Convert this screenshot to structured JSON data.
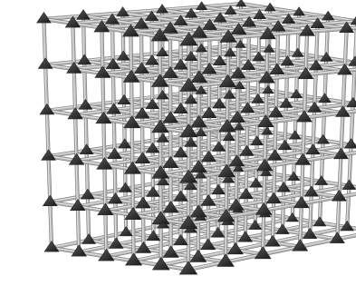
{
  "figure": {
    "grid_size": [
      6,
      6,
      6
    ],
    "node_marker": "triangle-up",
    "colors": {
      "background": "#ffffff",
      "rod": "#b4b4b4",
      "rod_highlight": "#e6e6e6",
      "rod_shadow": "#7a7a7a",
      "node": "#262626",
      "node_highlight": "#5a5a5a"
    }
  }
}
